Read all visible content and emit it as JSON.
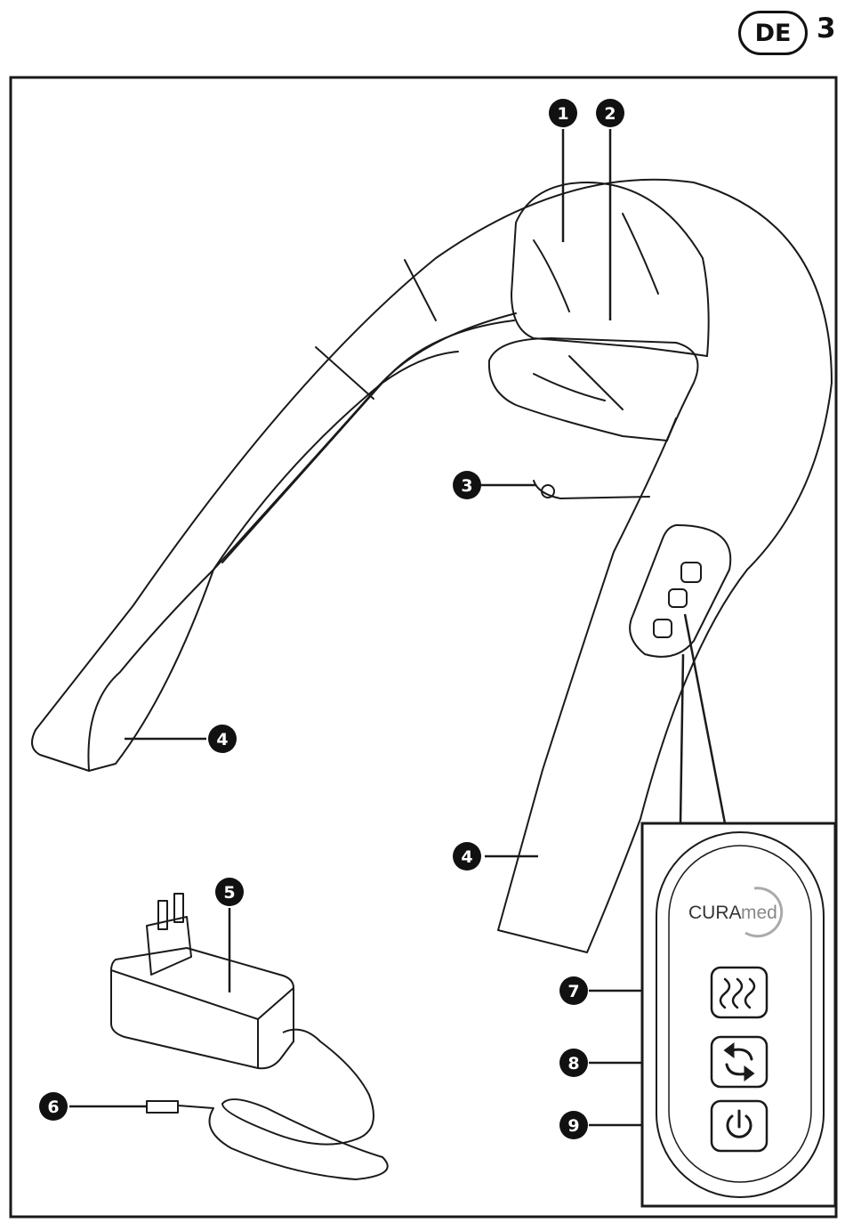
{
  "header": {
    "language": "DE",
    "page_number": "3"
  },
  "callouts": [
    "1",
    "2",
    "3",
    "4",
    "4",
    "5",
    "6",
    "7",
    "8",
    "9"
  ],
  "control_panel": {
    "logo_main": "CURA",
    "logo_sub": "med",
    "buttons": [
      {
        "icon": "heat-waves-icon"
      },
      {
        "icon": "direction-arrows-icon"
      },
      {
        "icon": "power-icon"
      }
    ]
  },
  "colors": {
    "line": "#1a1a1a",
    "callout_fill": "#111111"
  }
}
